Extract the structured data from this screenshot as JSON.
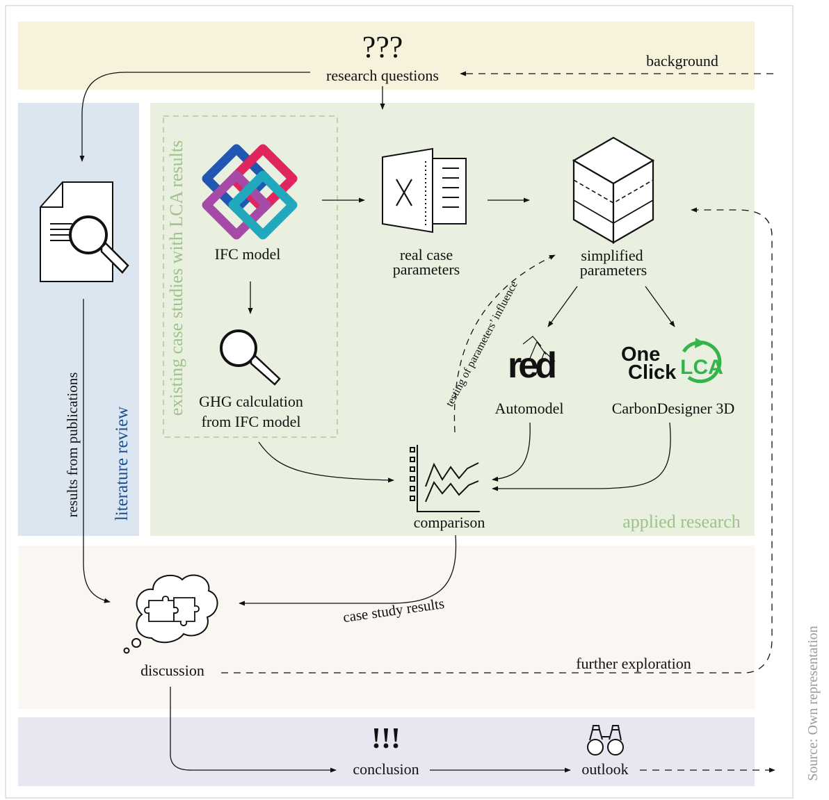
{
  "top": {
    "mark": "???",
    "research_questions": "research questions",
    "background": "background"
  },
  "left": {
    "results_from_publications": "results from publications",
    "literature_review": "literature review"
  },
  "case_studies": {
    "frame_label": "existing case studies with LCA results",
    "ifc_model": "IFC model",
    "ghg_line1": "GHG calculation",
    "ghg_line2": "from IFC model"
  },
  "params": {
    "real_line1": "real case",
    "real_line2": "parameters",
    "simplified_line1": "simplified",
    "simplified_line2": "parameters"
  },
  "tools": {
    "automodel": "Automodel",
    "automodel_logo": "red",
    "carbondesigner": "CarbonDesigner 3D",
    "oneclick_line1": "One",
    "oneclick_line2": "Click",
    "oneclick_lca": "LCA"
  },
  "testing_label": "testing of parameters’ influence",
  "comparison": "comparison",
  "applied_research": "applied research",
  "case_study_results": "case study results",
  "discussion": "discussion",
  "further_exploration": "further exploration",
  "bottom": {
    "mark": "!!!",
    "conclusion": "conclusion",
    "outlook": "outlook"
  },
  "source": "Source: Own representation",
  "colors": {
    "top_band": "#f6f2dc",
    "literature_band": "#dbe6f1",
    "applied_band": "#e9f0e0",
    "discussion_band": "#faf6f1",
    "bottom_band": "#e7e6f1",
    "green_label": "#9fc28a",
    "blue_label": "#1e4e8c",
    "oneclick_green": "#34b44a"
  }
}
